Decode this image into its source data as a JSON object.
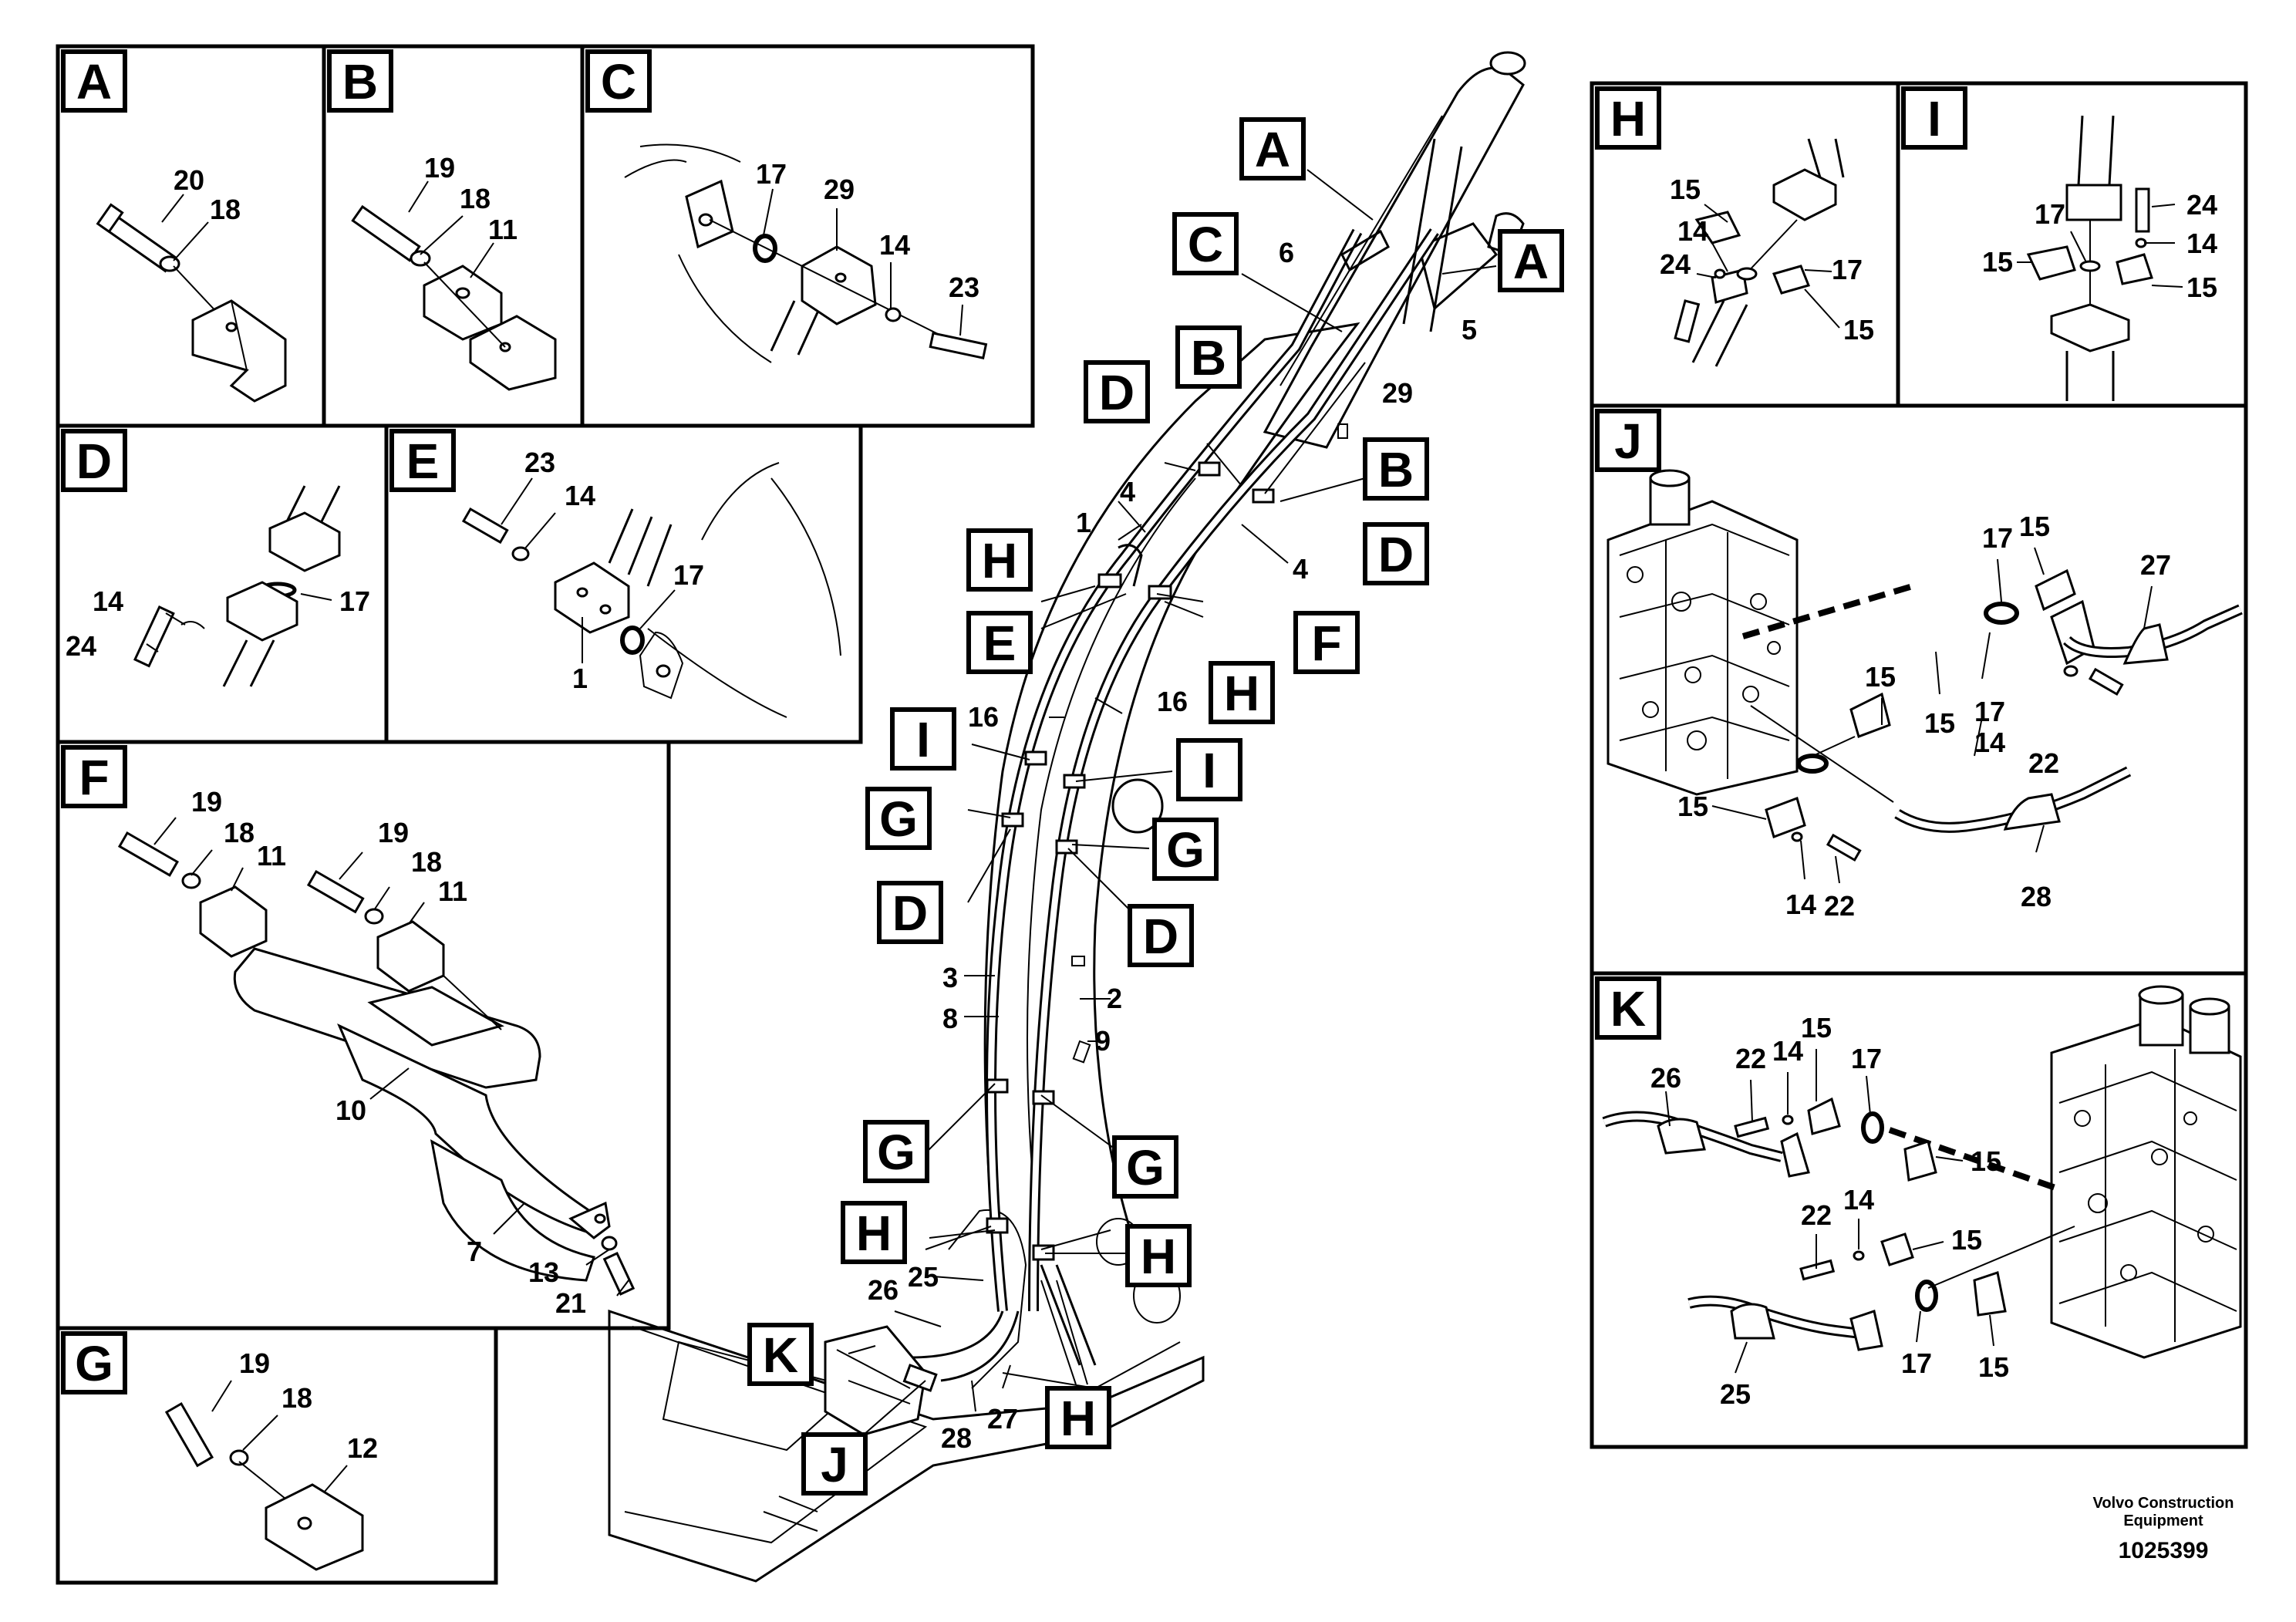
{
  "panels": [
    {
      "letter": "A",
      "callouts": [
        "20",
        "18"
      ]
    },
    {
      "letter": "B",
      "callouts": [
        "19",
        "18",
        "11"
      ]
    },
    {
      "letter": "C",
      "callouts": [
        "17",
        "29",
        "14",
        "23"
      ]
    },
    {
      "letter": "D",
      "callouts": [
        "14",
        "24",
        "17"
      ]
    },
    {
      "letter": "E",
      "callouts": [
        "23",
        "14",
        "17",
        "1"
      ]
    },
    {
      "letter": "F",
      "callouts": [
        "19",
        "18",
        "11",
        "19",
        "18",
        "11",
        "10",
        "7",
        "13",
        "21"
      ]
    },
    {
      "letter": "G",
      "callouts": [
        "19",
        "18",
        "12"
      ]
    },
    {
      "letter": "H",
      "callouts": [
        "15",
        "14",
        "24",
        "17",
        "15"
      ]
    },
    {
      "letter": "I",
      "callouts": [
        "24",
        "17",
        "14",
        "15",
        "15"
      ]
    },
    {
      "letter": "J",
      "callouts": [
        "15",
        "17",
        "27",
        "15",
        "17",
        "15",
        "14",
        "22",
        "15",
        "14",
        "22",
        "28"
      ]
    },
    {
      "letter": "K",
      "callouts": [
        "15",
        "22",
        "14",
        "17",
        "26",
        "15",
        "22",
        "14",
        "15",
        "17",
        "15",
        "25"
      ]
    }
  ],
  "main_view": {
    "tags": [
      "A",
      "A",
      "C",
      "B",
      "D",
      "B",
      "D",
      "H",
      "E",
      "F",
      "H",
      "I",
      "I",
      "G",
      "G",
      "D",
      "D",
      "G",
      "G",
      "H",
      "H",
      "K",
      "J",
      "H"
    ],
    "callouts": [
      "6",
      "5",
      "29",
      "4",
      "1",
      "4",
      "16",
      "16",
      "3",
      "2",
      "8",
      "9",
      "25",
      "26",
      "27",
      "28"
    ]
  },
  "footer": {
    "credit_line1": "Volvo Construction",
    "credit_line2": "Equipment",
    "doc_number": "1025399"
  }
}
